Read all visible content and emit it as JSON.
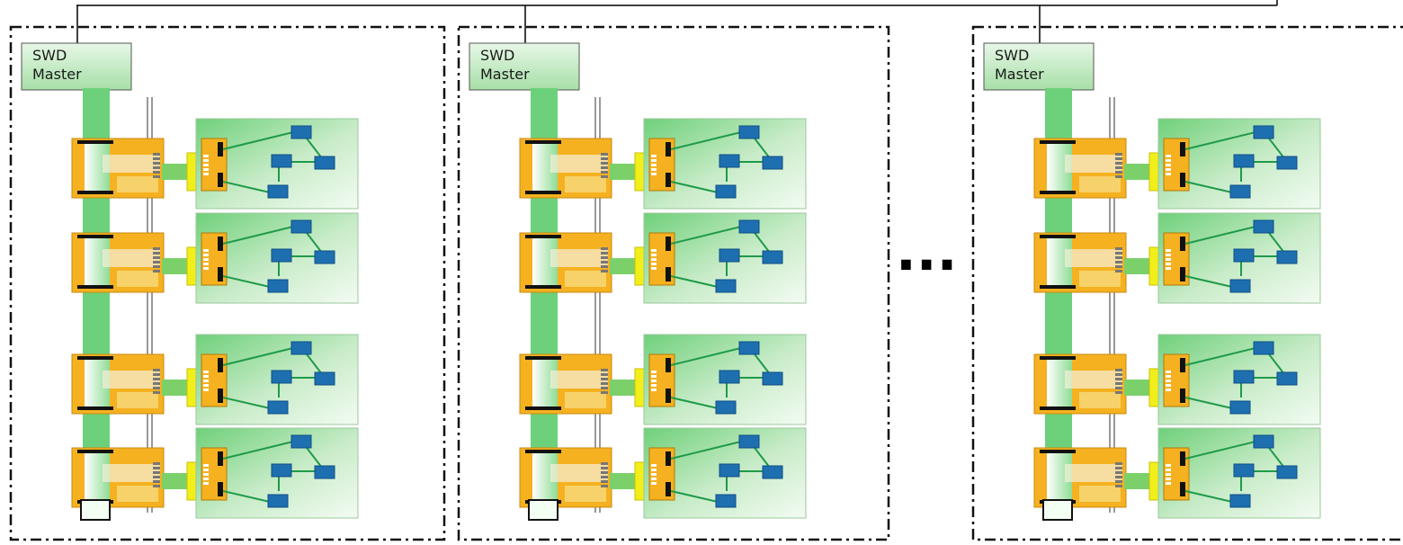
{
  "master_label_lines": [
    "SWD",
    "Master"
  ],
  "ellipsis": "...",
  "groups": [
    {
      "label_lines": [
        "SWD",
        "Master"
      ]
    },
    {
      "label_lines": [
        "SWD",
        "Master"
      ]
    },
    {
      "label_lines": [
        "SWD",
        "Master"
      ]
    }
  ],
  "boards_per_group": 4,
  "colors": {
    "master_fill": "#bfe8bf",
    "bus_green": "#6cd17a",
    "adapter_orange": "#f5b120",
    "connector_yellow": "#f2ee1a",
    "target_board_green": "#c8ecc8",
    "chip_blue": "#1e6fb0",
    "trace_green": "#1f9a4a"
  }
}
